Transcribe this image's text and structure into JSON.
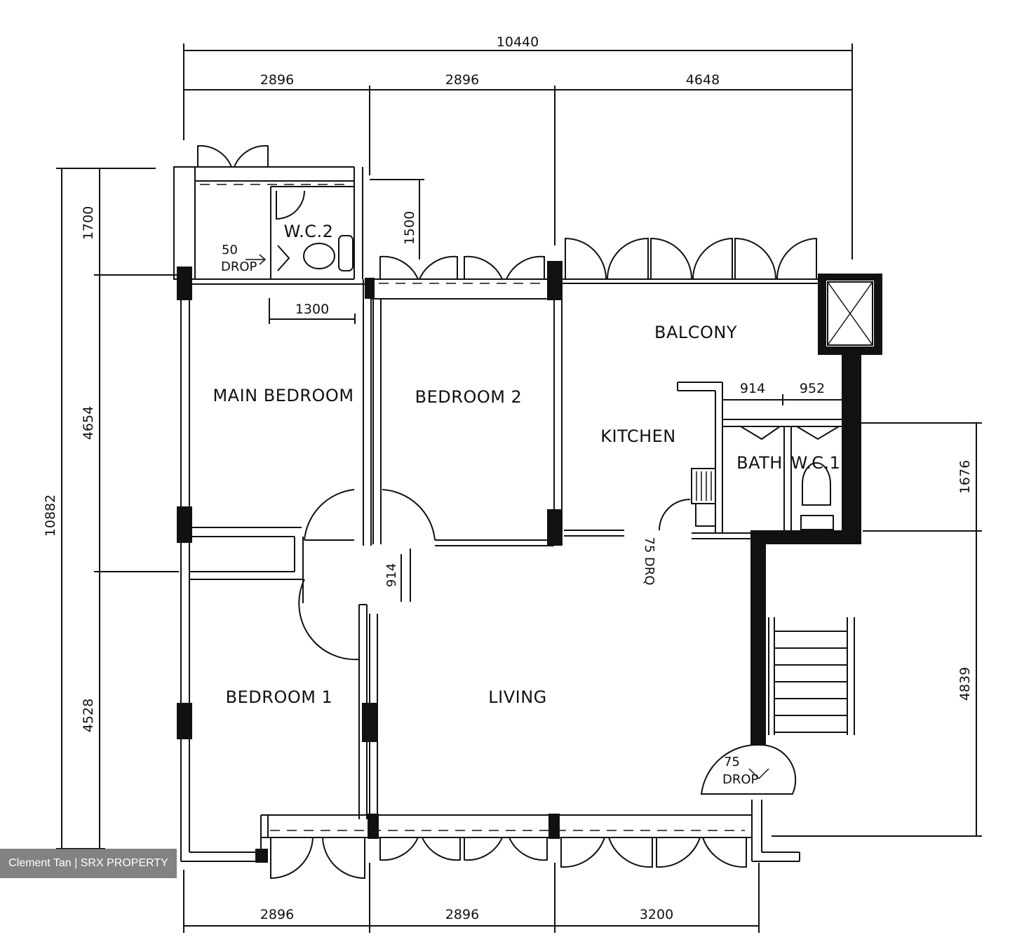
{
  "dimensions": {
    "top_total": "10440",
    "top_1": "2896",
    "top_2": "2896",
    "top_3": "4648",
    "bottom_1": "2896",
    "bottom_2": "2896",
    "bottom_3": "3200",
    "left_total": "10882",
    "left_1": "1700",
    "left_2": "4654",
    "left_3": "4528",
    "right_1": "1676",
    "right_2": "4839",
    "wc2_width": "1300",
    "wc2_depth": "1500",
    "bath_width": "914",
    "wc1_width": "952",
    "passage": "914"
  },
  "rooms": {
    "wc2": "W.C.2",
    "main_bedroom": "MAIN  BEDROOM",
    "bedroom2": "BEDROOM  2",
    "balcony": "BALCONY",
    "kitchen": "KITCHEN",
    "bath": "BATH",
    "wc1": "W.C.1",
    "bedroom1": "BEDROOM  1",
    "living": "LIVING"
  },
  "notes": {
    "drop_wc2_value": "50",
    "drop_wc2_label": "DROP",
    "drop_kitchen": "75 DRQ",
    "drop_entrance_value": "75",
    "drop_entrance_label": "DROP"
  },
  "watermark": "Clement Tan | SRX PROPERTY"
}
